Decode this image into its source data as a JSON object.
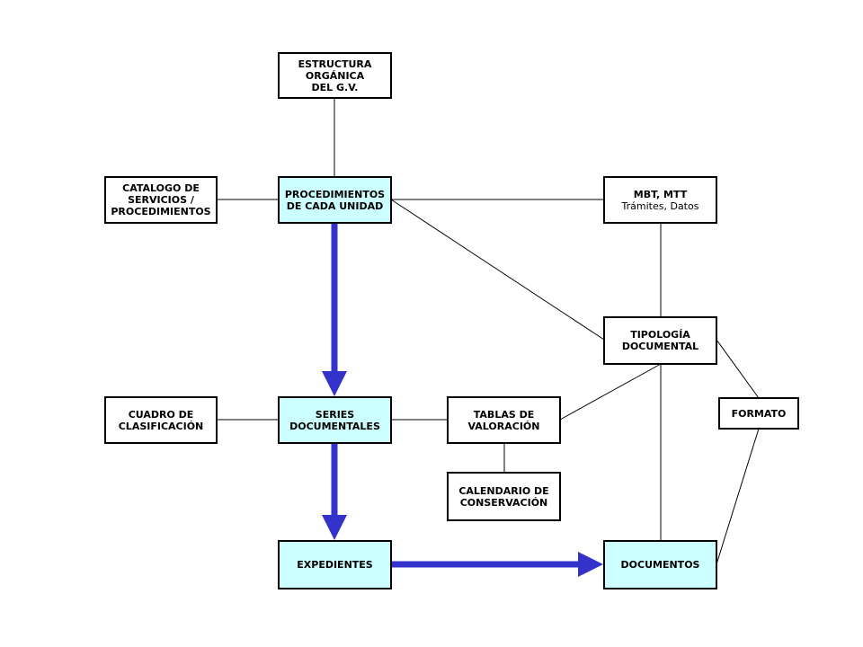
{
  "colors": {
    "highlight_fill": "#ccffff",
    "arrow": "#3333cc",
    "border": "#000000",
    "connector": "#000000"
  },
  "nodes": {
    "estructura": {
      "lines": [
        "ESTRUCTURA",
        "ORGÁNICA",
        "DEL G.V."
      ]
    },
    "catalogo": {
      "lines": [
        "CATALOGO DE",
        "SERVICIOS /",
        "PROCEDIMIENTOS"
      ]
    },
    "procedimientos": {
      "lines": [
        "PROCEDIMIENTOS",
        "DE CADA UNIDAD"
      ]
    },
    "mbt": {
      "lines": [
        "MBT, MTT"
      ],
      "sub": "Trámites, Datos"
    },
    "tipologia": {
      "lines": [
        "TIPOLOGÍA",
        "DOCUMENTAL"
      ]
    },
    "cuadro": {
      "lines": [
        "CUADRO DE",
        "CLASIFICACIÓN"
      ]
    },
    "series": {
      "lines": [
        "SERIES",
        "DOCUMENTALES"
      ]
    },
    "tablas": {
      "lines": [
        "TABLAS DE",
        "VALORACIÓN"
      ]
    },
    "formato": {
      "lines": [
        "FORMATO"
      ]
    },
    "calendario": {
      "lines": [
        "CALENDARIO DE",
        "CONSERVACIÓN"
      ]
    },
    "expedientes": {
      "lines": [
        "EXPEDIENTES"
      ]
    },
    "documentos": {
      "lines": [
        "DOCUMENTOS"
      ]
    }
  }
}
